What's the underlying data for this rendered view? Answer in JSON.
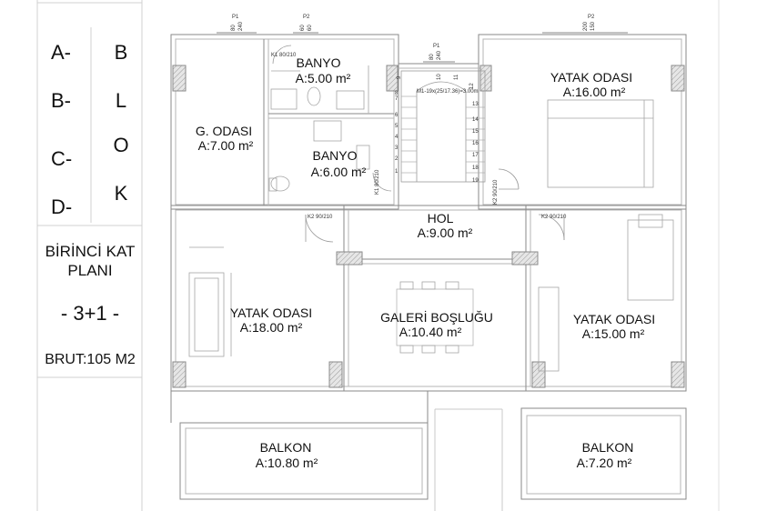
{
  "legend": {
    "blocks_left": [
      "A-",
      "B-",
      "C-",
      "D-"
    ],
    "blocks_right": [
      "B",
      "L",
      "O",
      "K"
    ],
    "title_line1": "BİRİNCİ KAT",
    "title_line2": "PLANI",
    "unit_type": "- 3+1 -",
    "gross_area": "BRUT:105 M2"
  },
  "rooms": {
    "banyo1": {
      "name": "BANYO",
      "area": "A:5.00 m²"
    },
    "yatak1": {
      "name": "YATAK ODASI",
      "area": "A:16.00 m²"
    },
    "godasi": {
      "name": "G. ODASI",
      "area": "A:7.00 m²"
    },
    "banyo2": {
      "name": "BANYO",
      "area": "A:6.00 m²"
    },
    "hol": {
      "name": "HOL",
      "area": "A:9.00 m²"
    },
    "yatak2": {
      "name": "YATAK ODASI",
      "area": "A:18.00 m²"
    },
    "galeri": {
      "name": "GALERİ BOŞLUĞU",
      "area": "A:10.40 m²"
    },
    "yatak3": {
      "name": "YATAK ODASI",
      "area": "A:15.00 m²"
    },
    "balkon1": {
      "name": "BALKON",
      "area": "A:10.80 m²"
    },
    "balkon2": {
      "name": "BALKON",
      "area": "A:7.20 m²"
    }
  },
  "window_tags": {
    "p1_left": {
      "tag": "P1",
      "w": "80",
      "h": "240"
    },
    "p2_left": {
      "tag": "P2",
      "w": "60",
      "h": "60"
    },
    "p1_mid": {
      "tag": "P1",
      "w": "80",
      "h": "240"
    },
    "p2_right": {
      "tag": "P2",
      "w": "200",
      "h": "150"
    }
  },
  "door_tags": {
    "k1_top": "K1 80/210",
    "k1_side": "K1 80/210",
    "k2_left": "K2 90/210",
    "k2_right": "K2 90/210",
    "k2_stair": "K2 90/210",
    "stair_note": "M1-19x(25/17.36)=3.00m"
  },
  "stairs": {
    "left_steps": [
      "9",
      "8",
      "7",
      "6",
      "5",
      "4",
      "3",
      "2",
      "1"
    ],
    "top_steps": [
      "10",
      "11",
      "12"
    ],
    "right_steps": [
      "13",
      "14",
      "15",
      "16",
      "17",
      "18",
      "19"
    ]
  },
  "colors": {
    "line": "#8a8a8a",
    "light": "#c8c8c8",
    "column_hatch": "#9a9a9a",
    "text": "#111111"
  }
}
